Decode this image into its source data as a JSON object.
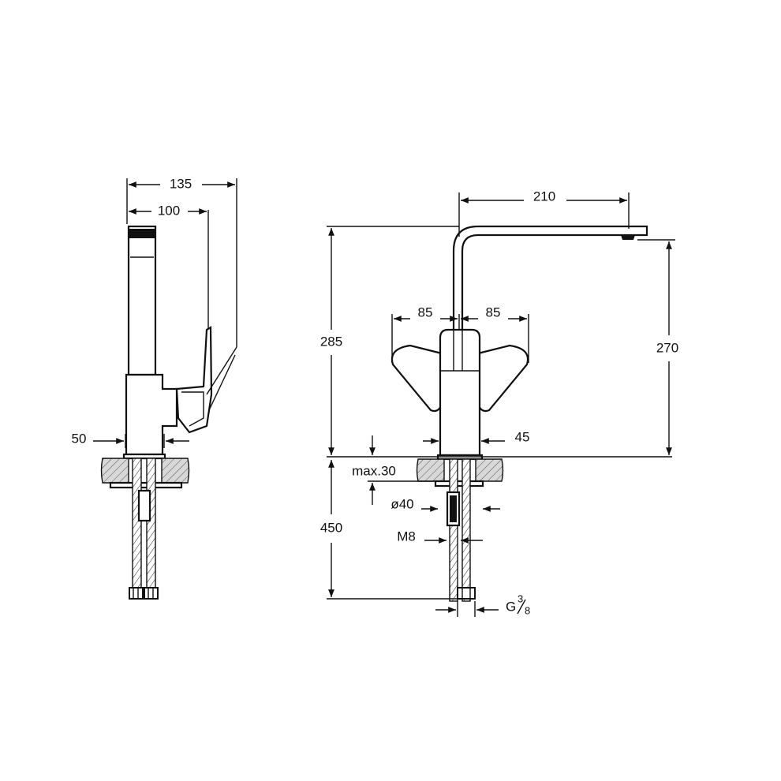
{
  "drawing": {
    "side_view": {
      "width_overall": "135",
      "width_spout": "100",
      "base_width": "50"
    },
    "front_view": {
      "spout_reach": "210",
      "height_overall": "285",
      "spout_height": "270",
      "handle_left": "85",
      "handle_right": "85",
      "body_width": "45",
      "deck_thickness": "max.30",
      "hole_diameter": "ø40",
      "stud_thread": "M8",
      "hose_length": "450",
      "connection": "G",
      "connection_num": "3",
      "connection_den": "8"
    }
  },
  "colors": {
    "line": "#111111",
    "hatch_fill": "#d8d8d8",
    "background": "#ffffff"
  }
}
